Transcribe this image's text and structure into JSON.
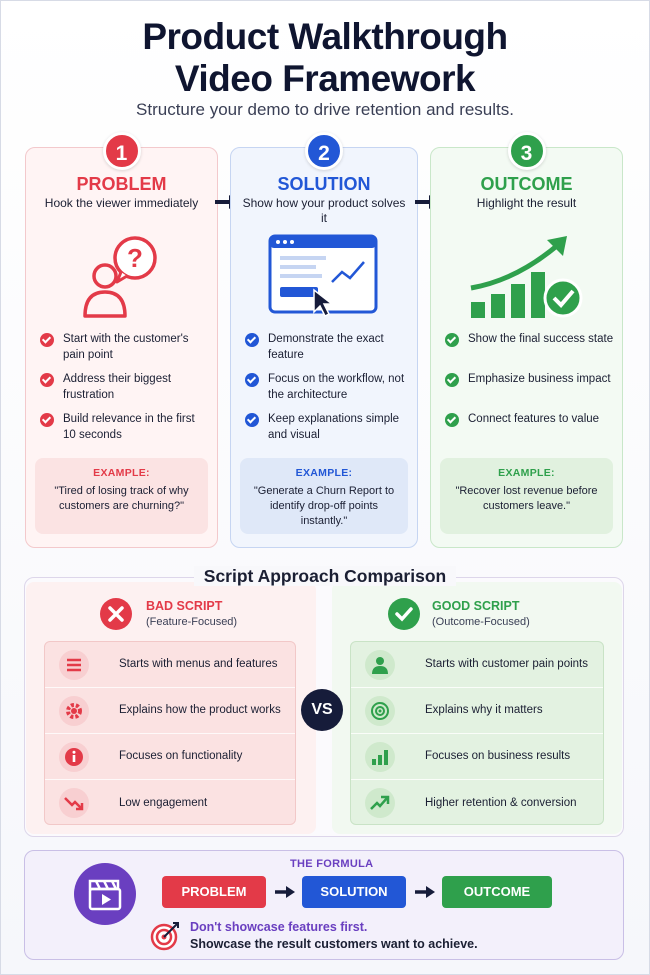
{
  "header": {
    "title_line1": "Product Walkthrough",
    "title_line2": "Video Framework",
    "subtitle": "Structure your demo to drive retention and results."
  },
  "steps": [
    {
      "number": "1",
      "heading": "PROBLEM",
      "subheading": "Hook the viewer immediately",
      "icon": "question-person-icon",
      "bullets": [
        "Start with the customer's pain point",
        "Address their biggest frustration",
        "Build relevance in the first 10 seconds"
      ],
      "example_label": "EXAMPLE:",
      "example_text": "\"Tired of losing track of why customers are churning?\""
    },
    {
      "number": "2",
      "heading": "SOLUTION",
      "subheading": "Show how your product solves it",
      "icon": "product-window-icon",
      "bullets": [
        "Demonstrate the exact feature",
        "Focus on the workflow, not the architecture",
        "Keep explanations simple and visual"
      ],
      "example_label": "EXAMPLE:",
      "example_text": "\"Generate a Churn Report to identify drop-off points instantly.\""
    },
    {
      "number": "3",
      "heading": "OUTCOME",
      "subheading": "Highlight the result",
      "icon": "growth-chart-icon",
      "bullets": [
        "Show the final success state",
        "Emphasize business impact",
        "Connect features to value"
      ],
      "example_label": "EXAMPLE:",
      "example_text": "\"Recover lost revenue before customers leave.\""
    }
  ],
  "comparison": {
    "title": "Script Approach Comparison",
    "vs": "VS",
    "bad": {
      "heading": "BAD SCRIPT",
      "subheading": "(Feature-Focused)",
      "rows": [
        {
          "icon": "menu-icon",
          "text": "Starts with menus and features"
        },
        {
          "icon": "gear-icon",
          "text": "Explains how the product works"
        },
        {
          "icon": "info-icon",
          "text": "Focuses on functionality"
        },
        {
          "icon": "trend-down-icon",
          "text": "Low engagement"
        }
      ]
    },
    "good": {
      "heading": "GOOD SCRIPT",
      "subheading": "(Outcome-Focused)",
      "rows": [
        {
          "icon": "person-icon",
          "text": "Starts with customer pain points"
        },
        {
          "icon": "target-icon",
          "text": "Explains why it matters"
        },
        {
          "icon": "bar-chart-icon",
          "text": "Focuses on business results"
        },
        {
          "icon": "trend-up-icon",
          "text": "Higher retention & conversion"
        }
      ]
    }
  },
  "formula": {
    "label": "THE FORMULA",
    "steps": [
      "PROBLEM",
      "SOLUTION",
      "OUTCOME"
    ],
    "tip_line1": "Don't showcase features first.",
    "tip_line2": "Showcase the result customers want to achieve."
  },
  "colors": {
    "problem": "#e33a48",
    "solution": "#2257d6",
    "outcome": "#2fa04c",
    "formula": "#6a3fc0",
    "title": "#0f1530"
  }
}
